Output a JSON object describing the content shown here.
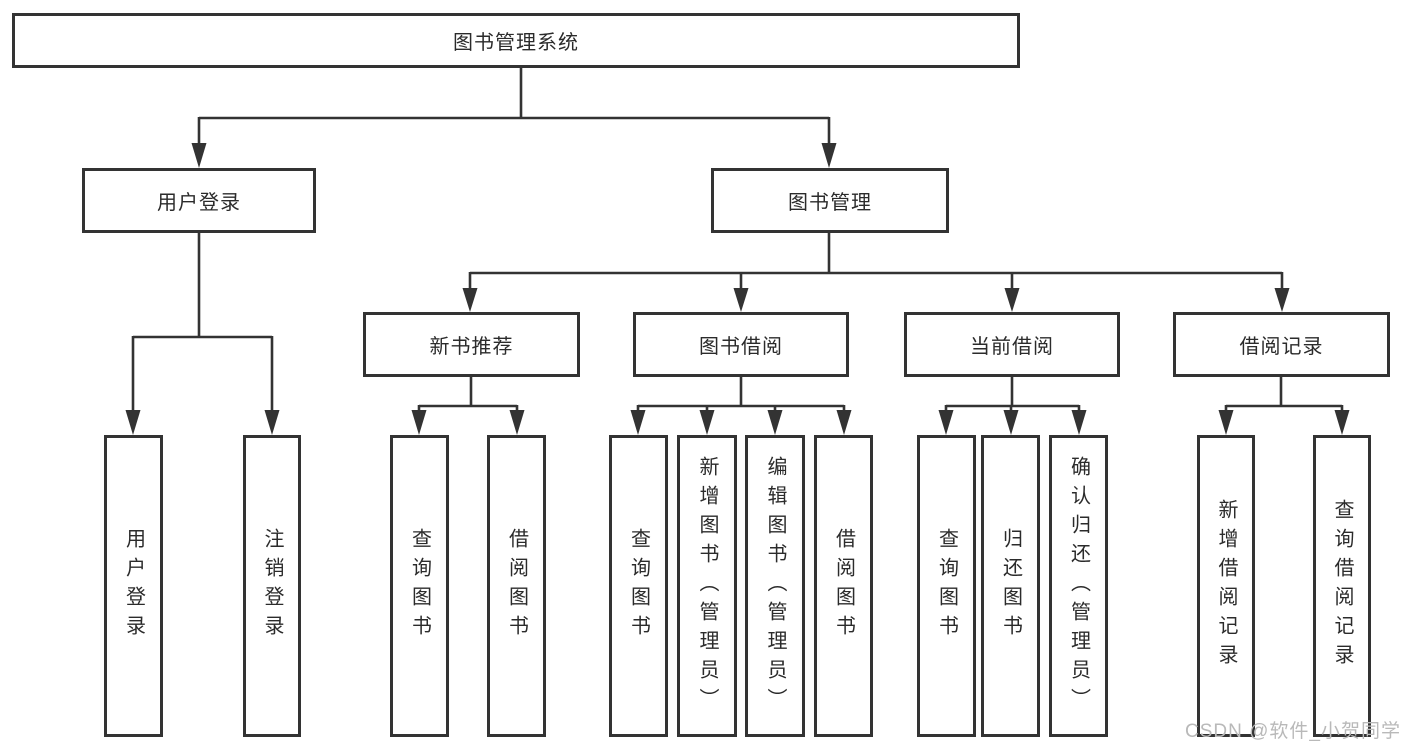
{
  "tree": {
    "label": "图书管理系统",
    "children": [
      {
        "label": "用户登录",
        "children": [
          {
            "label": "用户登录"
          },
          {
            "label": "注销登录"
          }
        ]
      },
      {
        "label": "图书管理",
        "children": [
          {
            "label": "新书推荐",
            "children": [
              {
                "label": "查询图书"
              },
              {
                "label": "借阅图书"
              }
            ]
          },
          {
            "label": "图书借阅",
            "children": [
              {
                "label": "查询图书"
              },
              {
                "label": "新增图书（管理员）"
              },
              {
                "label": "编辑图书（管理员）"
              },
              {
                "label": "借阅图书"
              }
            ]
          },
          {
            "label": "当前借阅",
            "children": [
              {
                "label": "查询图书"
              },
              {
                "label": "归还图书"
              },
              {
                "label": "确认归还（管理员）"
              }
            ]
          },
          {
            "label": "借阅记录",
            "children": [
              {
                "label": "新增借阅记录"
              },
              {
                "label": "查询借阅记录"
              }
            ]
          }
        ]
      }
    ]
  },
  "watermark": {
    "text": "CSDN @软件_小贺同学"
  },
  "colors": {
    "line": "#333333",
    "box_border": "#333333",
    "box_fill": "#ffffff",
    "text": "#2b2b2b",
    "watermark": "#b9b9b9"
  }
}
